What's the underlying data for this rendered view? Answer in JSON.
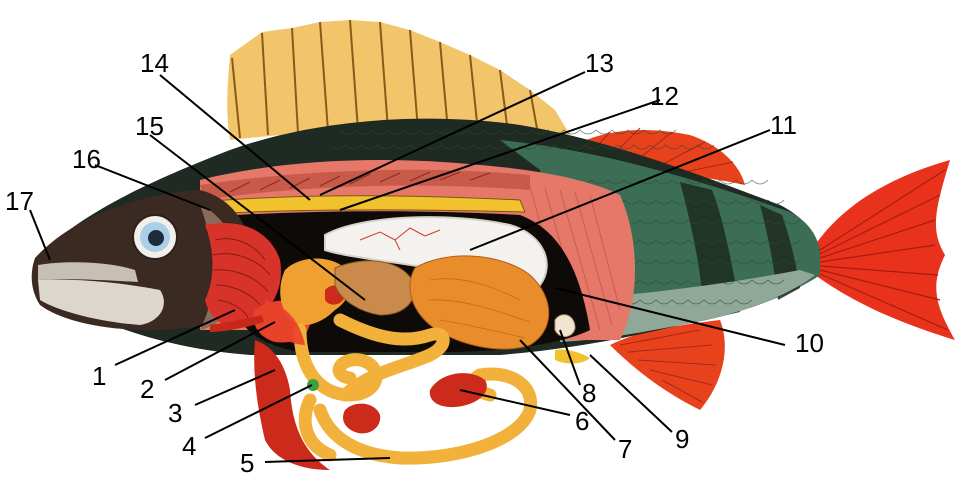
{
  "diagram": {
    "subject": "perch anatomy",
    "labels": [
      "1",
      "2",
      "3",
      "4",
      "5",
      "6",
      "7",
      "8",
      "9",
      "10",
      "11",
      "12",
      "13",
      "14",
      "15",
      "16",
      "17"
    ]
  },
  "colors": {
    "fin": "#f0a020",
    "dorsal_fin": "#f3c56b",
    "tail_fin": "#e8321c",
    "body_dark": "#1e2a22",
    "body_green": "#3c6e55",
    "scales": "#8fa898",
    "flesh": "#e6786a",
    "gills": "#d8332a",
    "intestine": "#f2b13a",
    "swim_bladder": "#f4f2ee",
    "liver": "#e98d2c",
    "red_organ": "#cc2a1a",
    "head": "#3a2a22",
    "eye": "#a9d0e8"
  }
}
